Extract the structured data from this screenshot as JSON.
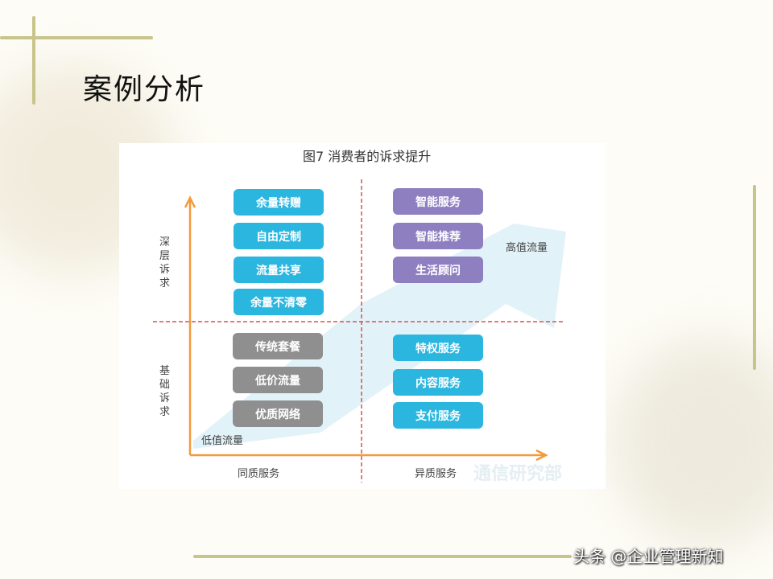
{
  "slide_title": "案例分析",
  "figure": {
    "title": "图7  消费者的诉求提升",
    "y_labels": {
      "top": "深层诉求",
      "bottom": "基础诉求"
    },
    "x_labels": {
      "left": "同质服务",
      "right": "异质服务"
    },
    "arrow_labels": {
      "start": "低值流量",
      "end": "高值流量"
    },
    "quadrants": {
      "top_left": [
        "余量转赠",
        "自由定制",
        "流量共享",
        "余量不清零"
      ],
      "top_right": [
        "智能服务",
        "智能推荐",
        "生活顾问"
      ],
      "bottom_left": [
        "传统套餐",
        "低价流量",
        "优质网络"
      ],
      "bottom_right": [
        "特权服务",
        "内容服务",
        "支付服务"
      ]
    },
    "watermark": "通信研究部",
    "colors": {
      "cyan": "#2bb6e0",
      "purple": "#8e7fc0",
      "gray": "#8f8f8f",
      "axis": "#f39a3a",
      "divider": "#d9534f"
    }
  },
  "footer": "头条 @企业管理新知"
}
